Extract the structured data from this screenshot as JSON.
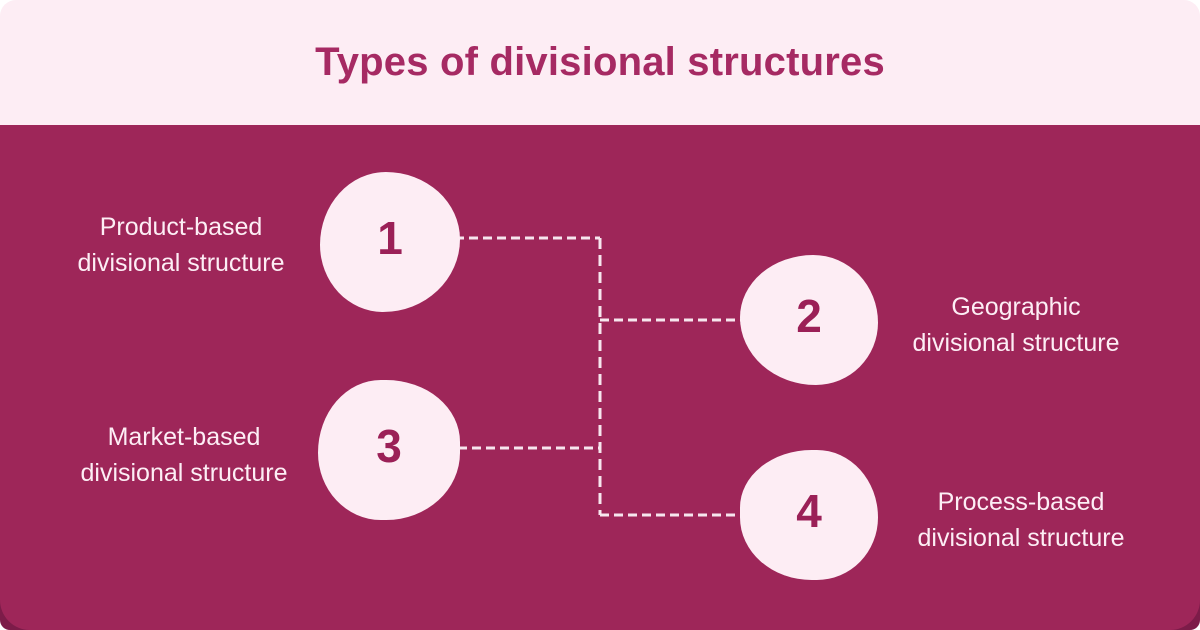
{
  "header": {
    "title": "Types of divisional structures"
  },
  "diagram": {
    "nodes": [
      {
        "number": "1",
        "line1": "Product-based",
        "line2": "divisional structure",
        "side": "left"
      },
      {
        "number": "2",
        "line1": "Geographic",
        "line2": "divisional structure",
        "side": "right"
      },
      {
        "number": "3",
        "line1": "Market-based",
        "line2": "divisional structure",
        "side": "left"
      },
      {
        "number": "4",
        "line1": "Process-based",
        "line2": "divisional structure",
        "side": "right"
      }
    ],
    "connector_style": "dashed"
  },
  "colors": {
    "page_bg": "#ffffff",
    "header_bg": "#fdedf4",
    "title": "#a62a63",
    "panel_bg": "#9e2659",
    "panel_footer": "#7c1c49",
    "blob_fill": "#fdedf4",
    "number": "#9b2057",
    "label": "#fdeef5",
    "connector": "#f7e6ee"
  }
}
